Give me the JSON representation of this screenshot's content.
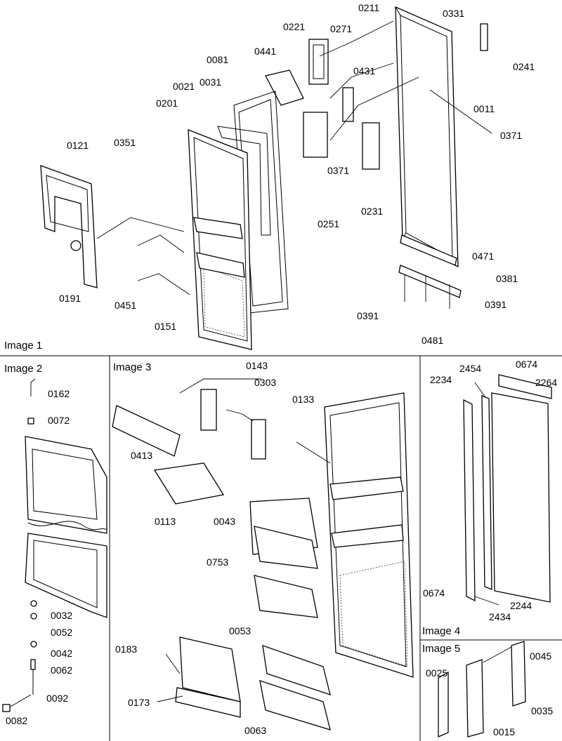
{
  "panels": [
    {
      "title": "Image 1"
    },
    {
      "title": "Image 2"
    },
    {
      "title": "Image 3"
    },
    {
      "title": "Image 4"
    },
    {
      "title": "Image 5"
    }
  ],
  "image1": {
    "labels": [
      "0211",
      "0331",
      "0221",
      "0271",
      "0441",
      "0081",
      "0431",
      "0241",
      "0021",
      "0031",
      "0011",
      "0201",
      "0371",
      "0121",
      "0351",
      "0371",
      "0251",
      "0231",
      "0471",
      "0381",
      "0191",
      "0451",
      "0391",
      "0391",
      "0151",
      "0481"
    ]
  },
  "image2": {
    "labels": [
      "0162",
      "0072",
      "0032",
      "0052",
      "0042",
      "0062",
      "0092",
      "0082"
    ]
  },
  "image3": {
    "labels": [
      "0143",
      "0303",
      "0133",
      "0413",
      "0113",
      "0043",
      "0753",
      "0053",
      "0183",
      "0173",
      "0063"
    ]
  },
  "image4": {
    "labels": [
      "2454",
      "0674",
      "2234",
      "2264",
      "0674",
      "2244",
      "2434"
    ]
  },
  "image5": {
    "labels": [
      "0045",
      "0025",
      "0035",
      "0015"
    ]
  }
}
